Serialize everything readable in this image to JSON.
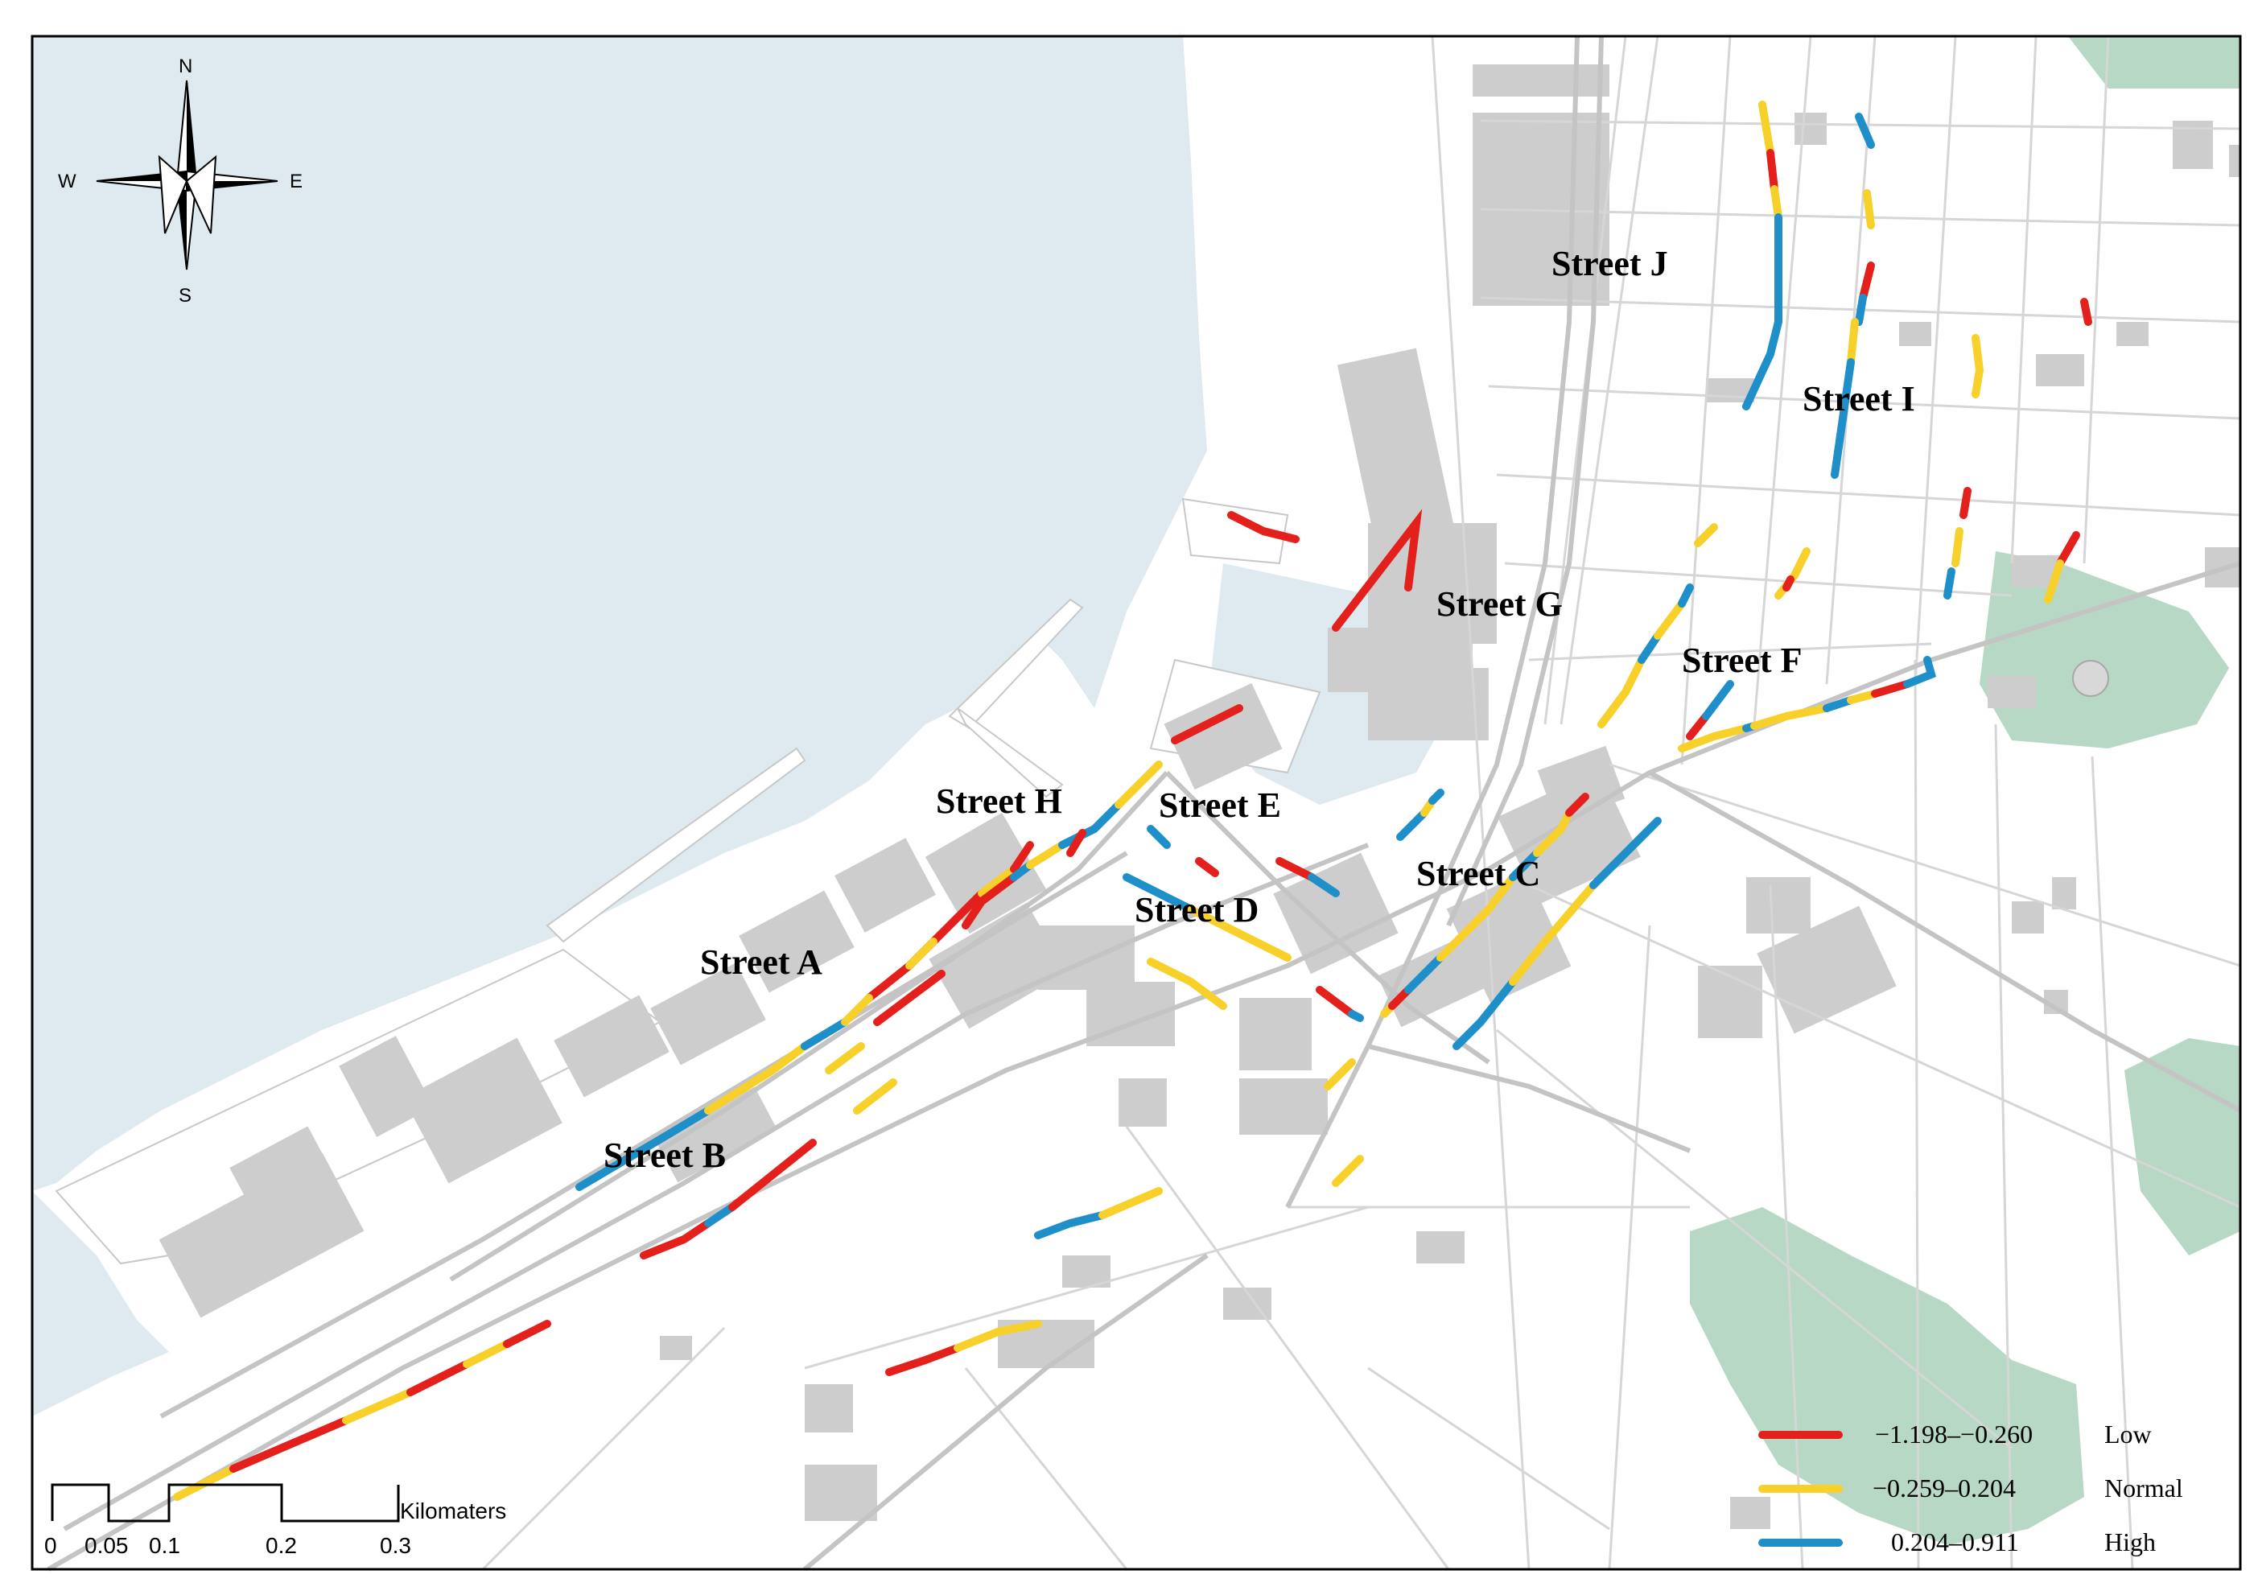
{
  "colors": {
    "water": "#deeaf0",
    "land": "#ffffff",
    "road": "#d4d4d4",
    "building": "#cdcdcd",
    "park": "#b7d8c4",
    "low": "#e3201b",
    "normal": "#f7d02a",
    "high": "#1f8fc9"
  },
  "compass": {
    "north": "N",
    "south": "S",
    "east": "E",
    "west": "W"
  },
  "scale_bar": {
    "ticks": [
      "0",
      "0.05",
      "0.1",
      "0.2",
      "0.3"
    ],
    "unit": "Kilomaters"
  },
  "streets": {
    "a": "Street  A",
    "b": "Street B",
    "c": "Street  C",
    "d": "Street D",
    "e": "Street E",
    "f": "Street  F",
    "g": "Street  G",
    "h": "Street  H",
    "i": "Street I",
    "j": "Street  J"
  },
  "legend": [
    {
      "range": "−1.198–−0.260",
      "class": "Low",
      "color": "#e3201b"
    },
    {
      "range": "−0.259–0.204",
      "class": "Normal",
      "color": "#f7d02a"
    },
    {
      "range": "0.204–0.911",
      "class": "High",
      "color": "#1f8fc9"
    }
  ]
}
